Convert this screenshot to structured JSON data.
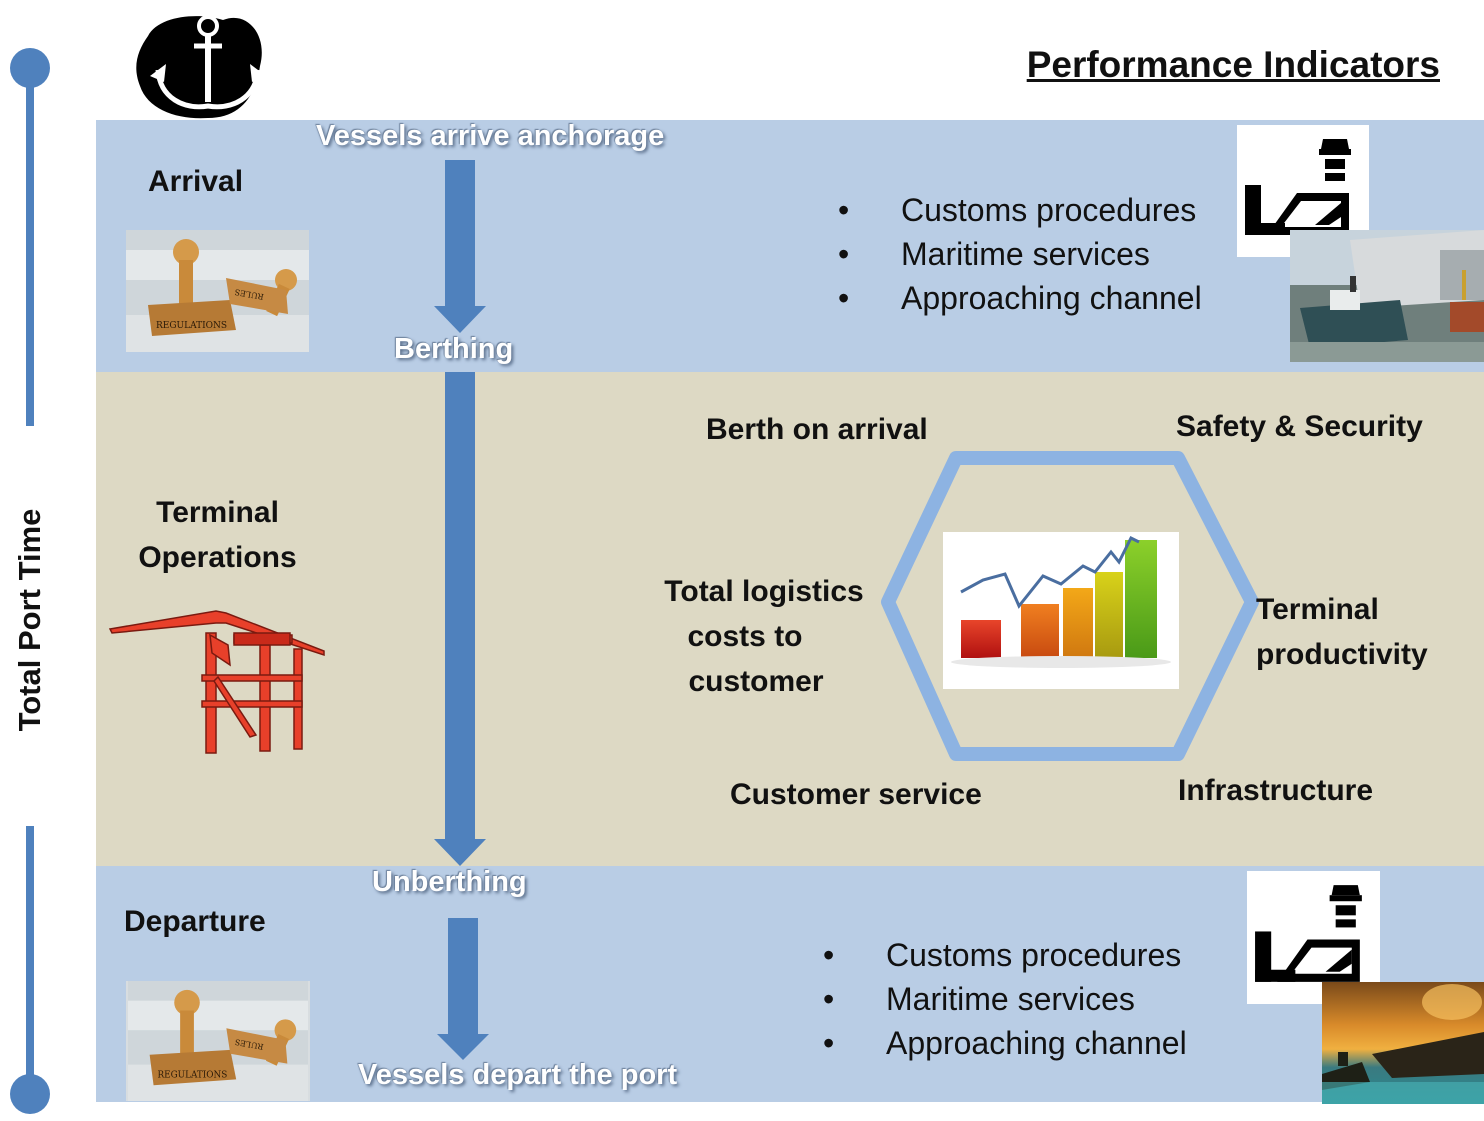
{
  "header": {
    "title": "Performance Indicators"
  },
  "timeline": {
    "label": "Total Port Time"
  },
  "flow": {
    "arrive": "Vessels arrive anchorage",
    "berthing": "Berthing",
    "unberthing": "Unberthing",
    "depart": "Vessels depart the port"
  },
  "arrival": {
    "label": "Arrival",
    "bullets": [
      "Customs procedures",
      "Maritime services",
      "Approaching channel"
    ],
    "bullet_glyph": "•"
  },
  "terminal": {
    "label_line1": "Terminal",
    "label_line2": "Operations",
    "indicators": {
      "berth_on_arrival": "Berth on arrival",
      "safety_security": "Safety & Security",
      "logistics_line1": "Total logistics",
      "logistics_line2": "costs to",
      "logistics_line3": "customer",
      "productivity_line1": "Terminal",
      "productivity_line2": "productivity",
      "customer_service": "Customer service",
      "infrastructure": "Infrastructure"
    }
  },
  "departure": {
    "label": "Departure",
    "bullets": [
      "Customs procedures",
      "Maritime services",
      "Approaching channel"
    ],
    "bullet_glyph": "•"
  },
  "stamp": {
    "main": "REGULATIONS",
    "second": "RULES"
  },
  "colors": {
    "band_blue": "#b9cde5",
    "band_tan": "#ddd9c4",
    "arrow": "#4f81bd",
    "timeline": "#4f81bd",
    "hexagon": "#8db3e2",
    "crane": "#e8402a"
  },
  "icons": [
    "anchor-icon",
    "customs-officer-icon",
    "crane-icon",
    "stamps-icon",
    "ship-photo",
    "sunset-ship-photo",
    "growth-chart-icon"
  ]
}
